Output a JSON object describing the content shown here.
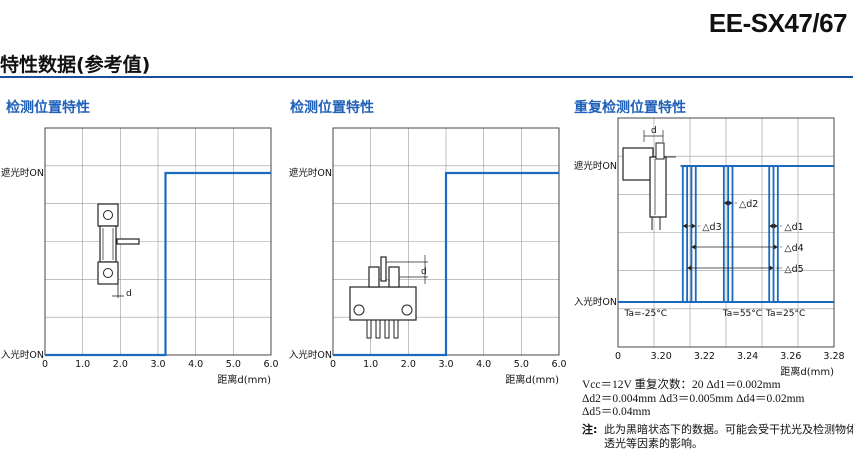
{
  "header": {
    "model": "EE-SX47/67",
    "section_title": "特性数据(参考值)"
  },
  "charts": [
    {
      "title": "检测位置特性",
      "y_on": "遮光时ON",
      "y_off": "入光时ON",
      "x_ticks": [
        "0",
        "1.0",
        "2.0",
        "3.0",
        "4.0",
        "5.0",
        "6.0"
      ],
      "xlabel": "距离d(mm)",
      "sensor_label": "d"
    },
    {
      "title": "检测位置特性",
      "y_on": "遮光时ON",
      "y_off": "入光时ON",
      "x_ticks": [
        "0",
        "1.0",
        "2.0",
        "3.0",
        "4.0",
        "5.0",
        "6.0"
      ],
      "xlabel": "距离d(mm)",
      "sensor_label": "d"
    },
    {
      "title": "重复检测位置特性",
      "y_on": "遮光时ON",
      "y_off": "入光时ON",
      "x_ticks": [
        "0",
        "3.20",
        "3.22",
        "3.24",
        "3.26",
        "3.28"
      ],
      "xlabel": "距离d(mm)",
      "sensor_label": "d",
      "d_labels": [
        "△d2",
        "△d3",
        "△d1",
        "△d4",
        "△d5"
      ],
      "temp_labels": [
        "Ta=-25°C",
        "Ta=55°C",
        "Ta=25°C"
      ]
    }
  ],
  "chart_data": [
    {
      "type": "line",
      "title": "检测位置特性",
      "xlabel": "距离d(mm)",
      "xlim": [
        0,
        6.0
      ],
      "y_states": [
        "入光时ON",
        "遮光时ON"
      ],
      "series": [
        {
          "x": [
            0,
            3.2,
            3.2,
            6.0
          ],
          "y": [
            "入光时ON",
            "入光时ON",
            "遮光时ON",
            "遮光时ON"
          ]
        }
      ]
    },
    {
      "type": "line",
      "title": "检测位置特性",
      "xlabel": "距离d(mm)",
      "xlim": [
        0,
        6.0
      ],
      "y_states": [
        "入光时ON",
        "遮光时ON"
      ],
      "series": [
        {
          "x": [
            0,
            3.0,
            3.0,
            6.0
          ],
          "y": [
            "入光时ON",
            "入光时ON",
            "遮光时ON",
            "遮光时ON"
          ]
        }
      ]
    },
    {
      "type": "line",
      "title": "重复检测位置特性",
      "xlabel": "距离d(mm)",
      "xlim": [
        3.18,
        3.28
      ],
      "y_states": [
        "入光时ON",
        "遮光时ON"
      ],
      "series": [
        {
          "name": "Ta=-25°C",
          "switch_x": [
            3.21,
            3.212,
            3.214,
            3.216
          ]
        },
        {
          "name": "Ta=55°C",
          "switch_x": [
            3.229,
            3.231,
            3.233
          ]
        },
        {
          "name": "Ta=25°C",
          "switch_x": [
            3.25,
            3.252,
            3.254
          ]
        }
      ]
    }
  ],
  "notes": {
    "lines": [
      "Vcc＝12V  重复次数：20  Δd1＝0.002mm",
      "Δd2＝0.004mm    Δd3＝0.005mm    Δd4＝0.02mm",
      "Δd5＝0.04mm"
    ],
    "note_label": "注:",
    "note_text": "此为黑暗状态下的数据。可能会受干扰光及检测物体透光等因素的影响。"
  },
  "colors": {
    "accent": "#1a6bbf",
    "rule": "#1a4f9c"
  }
}
